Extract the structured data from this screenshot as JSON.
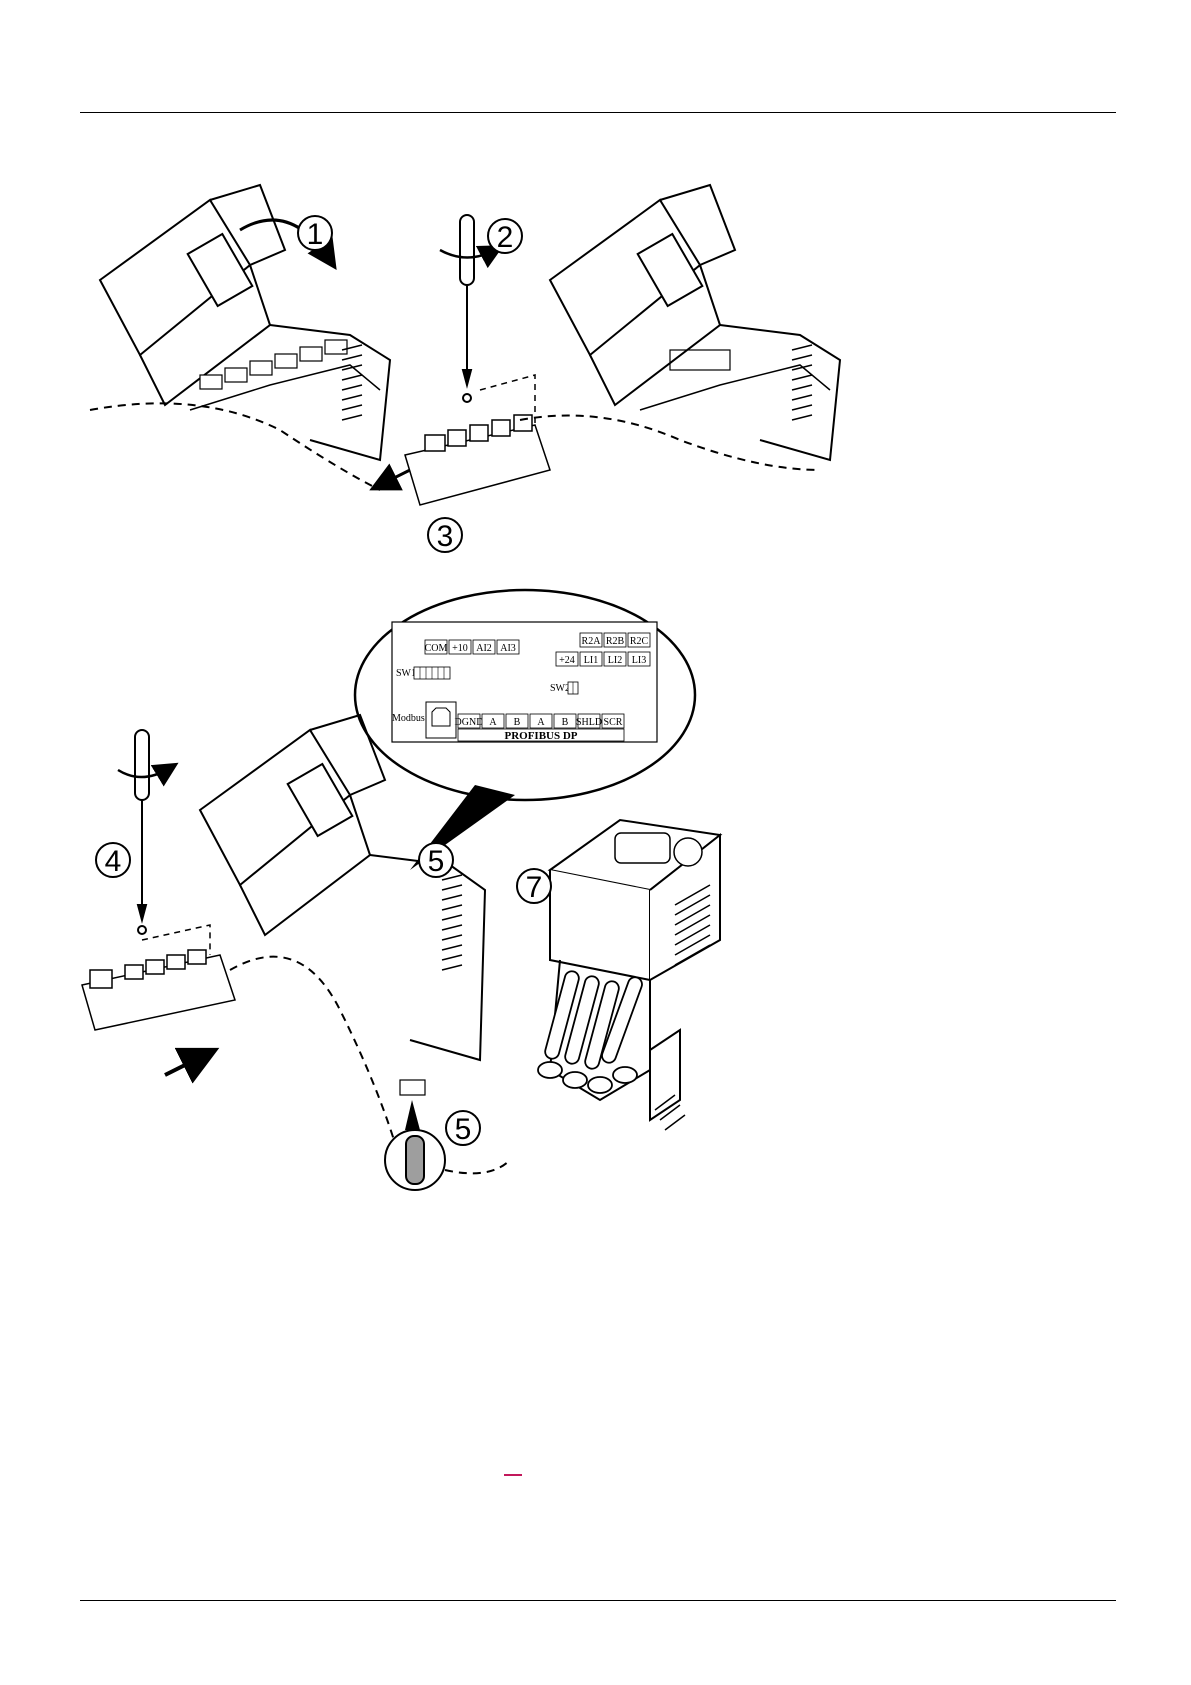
{
  "steps": {
    "s1": "1",
    "s2": "2",
    "s3": "3",
    "s4": "4",
    "s5a": "5",
    "s5b": "5",
    "s7": "7"
  },
  "terminal_label": {
    "top_row_1": [
      "COM",
      "+10",
      "AI2",
      "AI3"
    ],
    "relay_row": [
      "R2A",
      "R2B",
      "R2C"
    ],
    "logic_row": [
      "+24",
      "LI1",
      "LI2",
      "LI3"
    ],
    "sw1": "SW1",
    "sw2": "SW2",
    "modbus": "Modbus",
    "bus_row": [
      "DGND",
      "A",
      "B",
      "A",
      "B",
      "SHLD",
      "SCR"
    ],
    "bus_name": "PROFIBUS DP"
  }
}
